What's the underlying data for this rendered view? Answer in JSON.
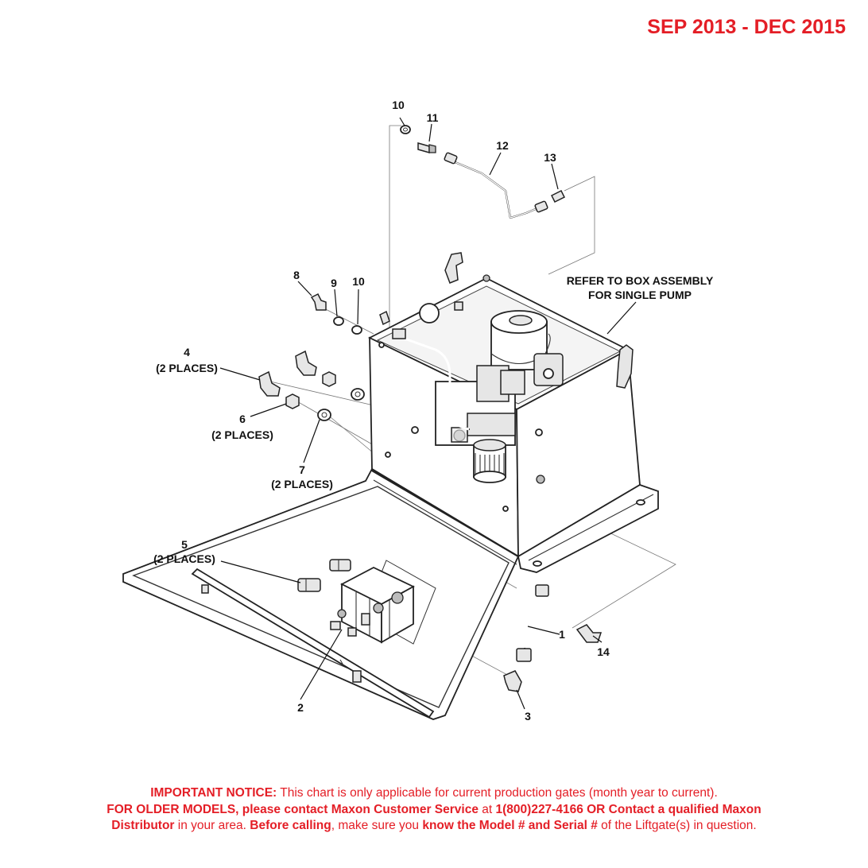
{
  "header": {
    "date_range": "SEP 2013 - DEC 2015"
  },
  "callouts": {
    "c1": "1",
    "c2": "2",
    "c3": "3",
    "c4": "4",
    "c4_qty": "(2 PLACES)",
    "c5": "5",
    "c5_qty": "(2 PLACES)",
    "c6": "6",
    "c6_qty": "(2 PLACES)",
    "c7": "7",
    "c7_qty": "(2 PLACES)",
    "c8": "8",
    "c9": "9",
    "c10a": "10",
    "c10b": "10",
    "c11": "11",
    "c12": "12",
    "c13": "13",
    "c14": "14",
    "box_ref_1": "REFER TO BOX ASSEMBLY",
    "box_ref_2": "FOR SINGLE PUMP"
  },
  "notice": {
    "l1_a": "IMPORTANT NOTICE:",
    "l1_b": " This chart is only applicable for current production gates (month year to current).",
    "l2_a": "FOR OLDER MODELS, please contact Maxon Customer Service",
    "l2_b": " at ",
    "l2_c": "1(800)227-4166 OR Contact a qualified Maxon",
    "l3_a": "Distributor",
    "l3_b": " in your area. ",
    "l3_c": "Before calling",
    "l3_d": ", make sure you ",
    "l3_e": "know the Model # and Serial #",
    "l3_f": " of the Liftgate(s) in question."
  }
}
